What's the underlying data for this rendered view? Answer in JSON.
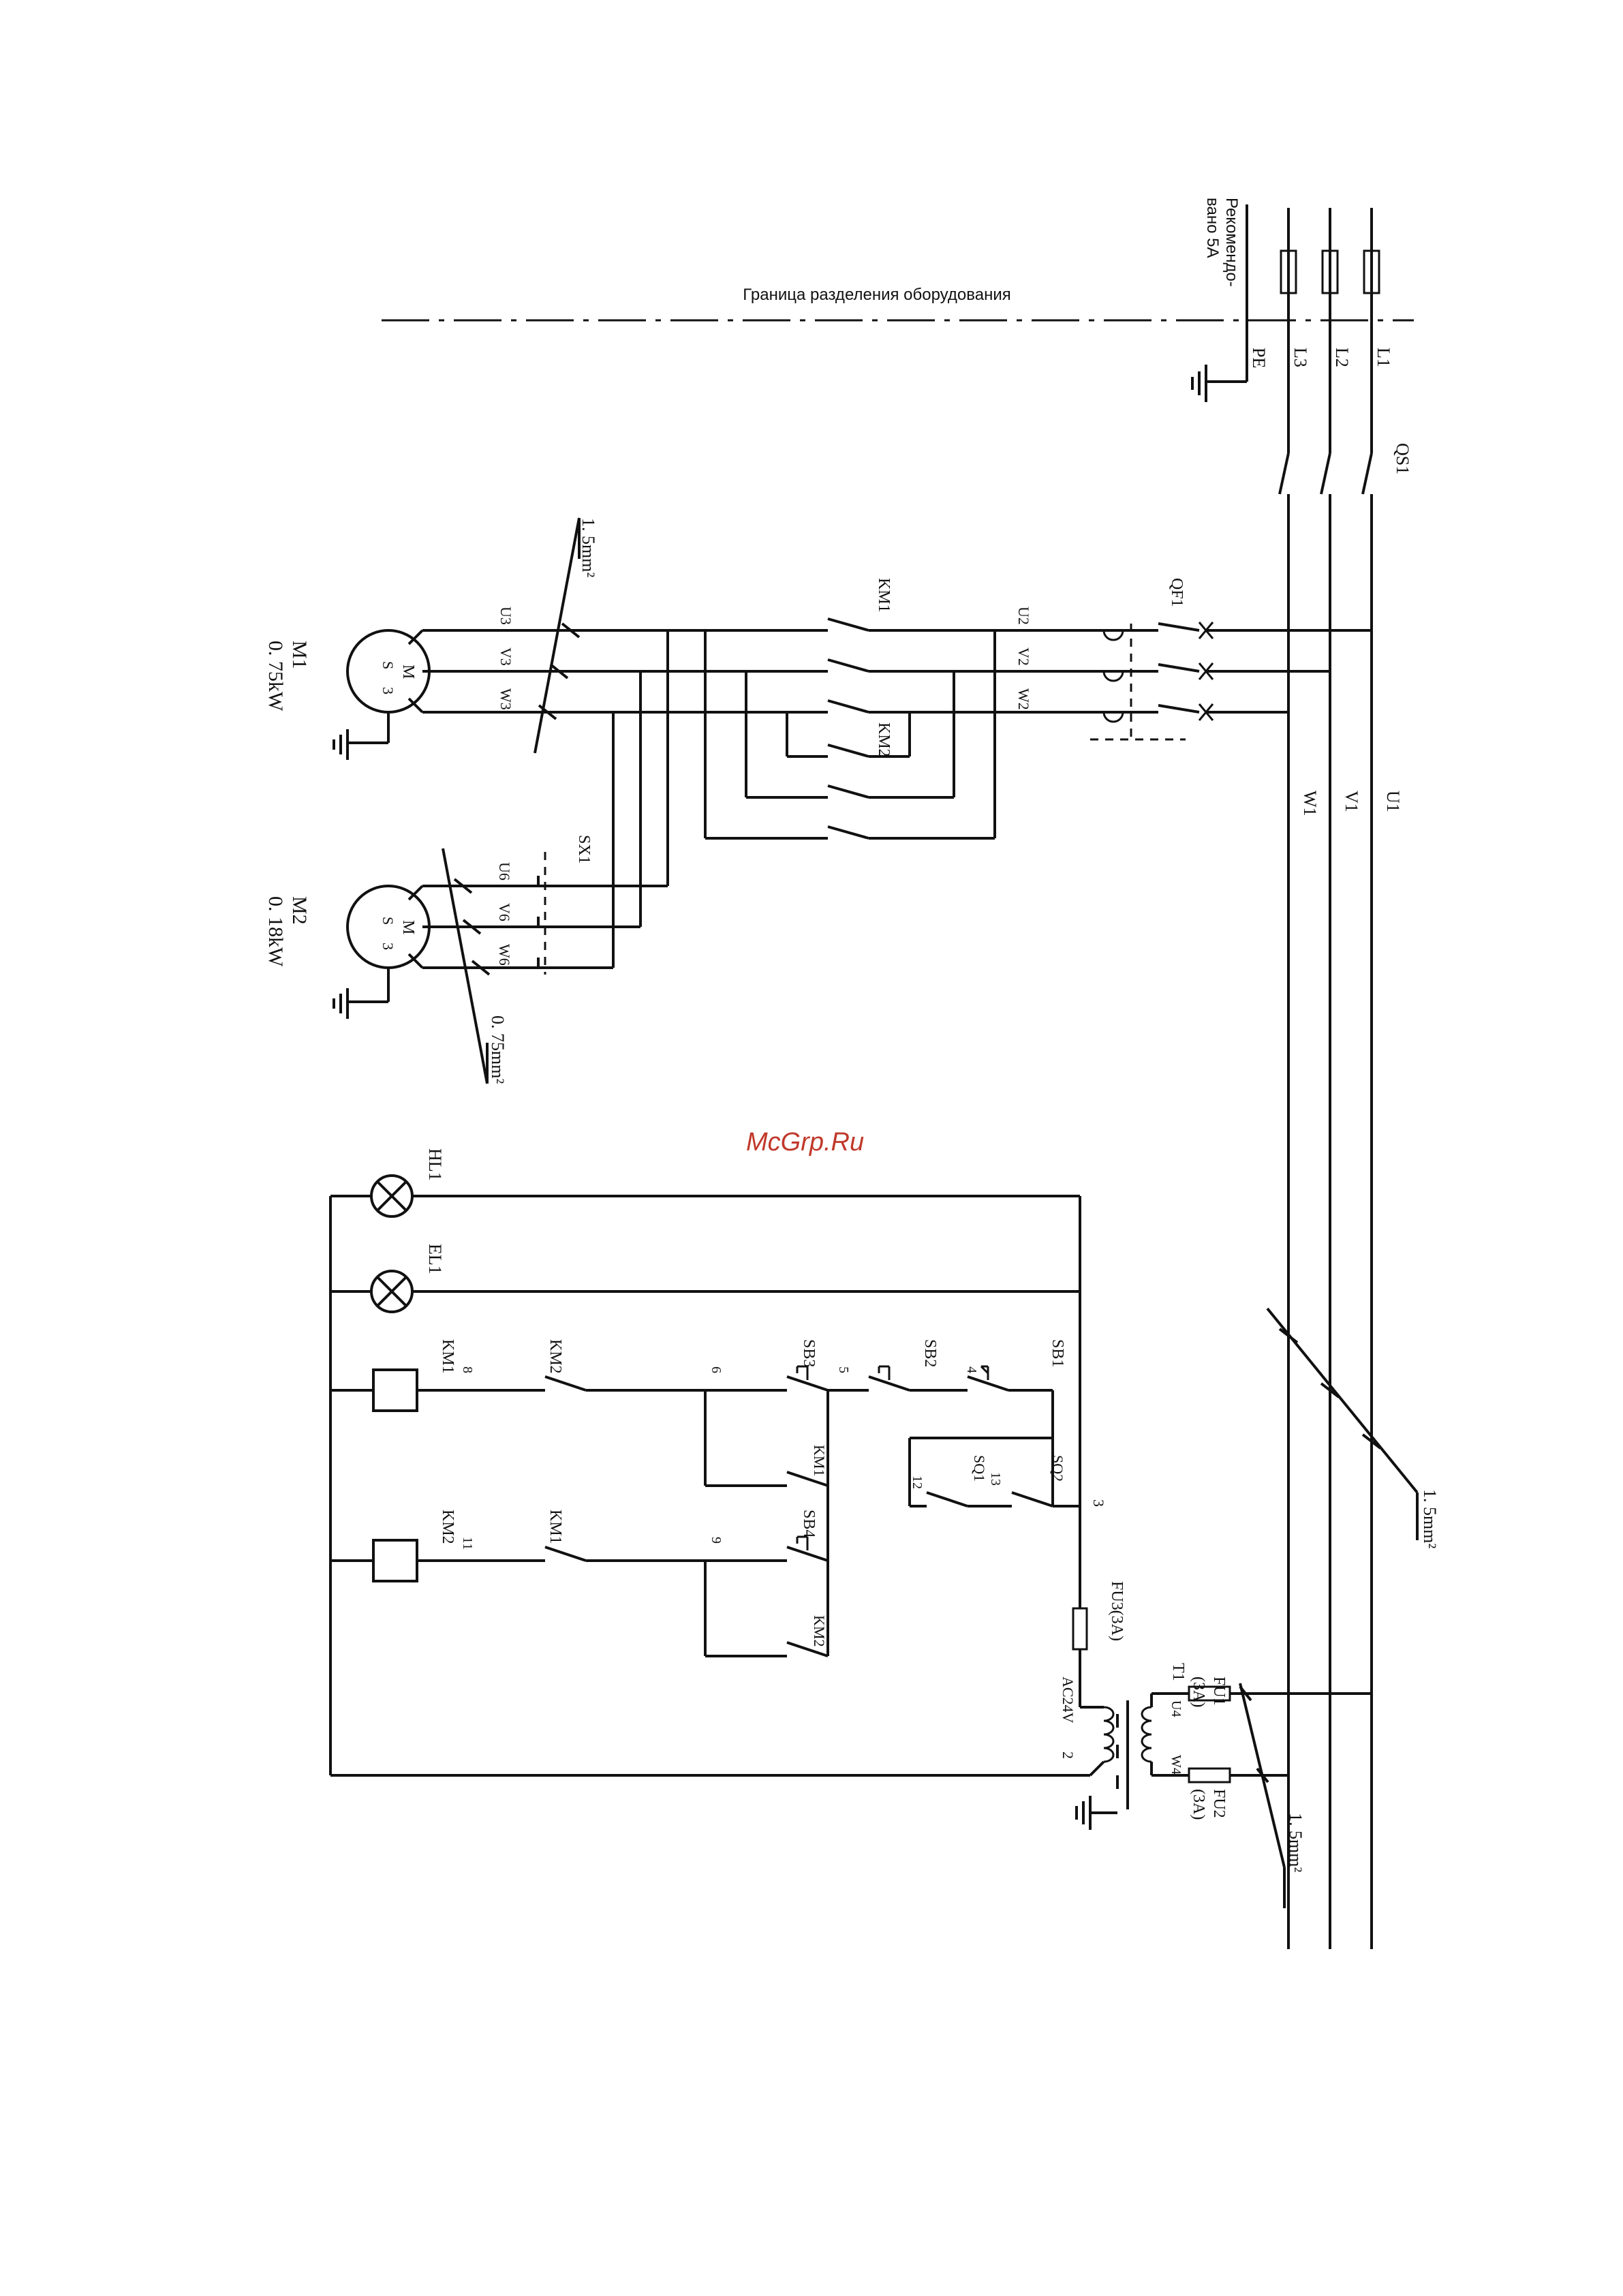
{
  "diagram": {
    "boundary_caption": "Граница разделения оборудования",
    "supply_note": [
      "Рекомендо-",
      "вано 5А"
    ],
    "watermark": "McGrp.Ru",
    "phases": [
      "L1",
      "L2",
      "L3",
      "PE"
    ],
    "switch": "QS1",
    "breaker": "QF1",
    "phase_wires": [
      "U1",
      "V1",
      "W1"
    ],
    "contactor_outputs": [
      "U2",
      "V2",
      "W2"
    ],
    "contactors": [
      "KM1",
      "KM2"
    ],
    "m1_terminals": [
      "U3",
      "V3",
      "W3"
    ],
    "m2_terminals": [
      "U6",
      "V6",
      "W6"
    ],
    "plug": "SX1",
    "motor_letters": {
      "m": "M",
      "s": "S",
      "n": "3"
    },
    "m1": {
      "name": "M1",
      "power": "0. 75kW"
    },
    "m2": {
      "name": "M2",
      "power": "0. 18kW"
    },
    "cable_m1": "1. 5mm²",
    "cable_m2": "0. 75mm²",
    "cable_supply": "1. 5mm²",
    "cable_transformer": "1. 5mm²",
    "lamps": [
      "HL1",
      "EL1"
    ],
    "buttons": [
      "SB1",
      "SB2",
      "SB3",
      "SB4"
    ],
    "limit_switches": [
      "SQ1",
      "SQ2"
    ],
    "node_numbers": {
      "n2": "2",
      "n3": "3",
      "n4": "4",
      "n5": "5",
      "n6": "6",
      "n8": "8",
      "n9": "9",
      "n11": "11",
      "n12": "12",
      "n13": "13"
    },
    "fuse_control": "FU3(3A)",
    "transformer": "T1",
    "secondary_voltage": "AC24V",
    "fuse1": {
      "name": "FU1",
      "rating": "(3A)"
    },
    "fuse2": {
      "name": "FU2",
      "rating": "(3A)"
    },
    "transformer_terminals": [
      "U4",
      "W4"
    ]
  }
}
